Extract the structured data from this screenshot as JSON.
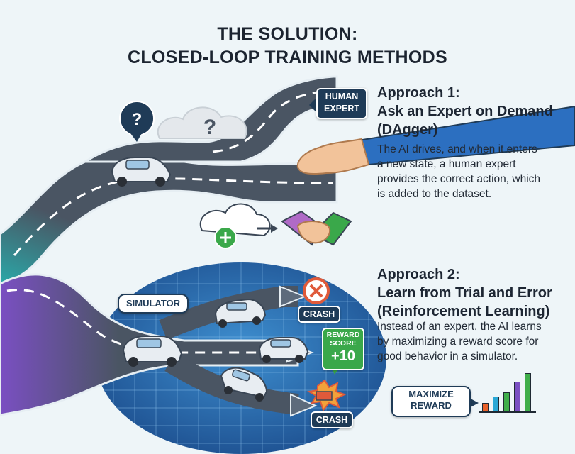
{
  "title": {
    "line1": "THE SOLUTION:",
    "line2": "CLOSED-LOOP TRAINING METHODS"
  },
  "approach1": {
    "heading_line1": "Approach 1:",
    "heading_line2": "Ask an Expert on Demand",
    "heading_line3": "(DAgger)",
    "description": [
      "The AI drives, and when it enters",
      "a new state, a human expert",
      "provides the correct action, which",
      "is added to the dataset."
    ],
    "human_expert_label_line1": "HUMAN",
    "human_expert_label_line2": "EXPERT",
    "question_mark": "?"
  },
  "approach2": {
    "heading_line1": "Approach 2:",
    "heading_line2": "Learn from Trial and Error",
    "heading_line3": "(Reinforcement Learning)",
    "description": [
      "Instead of an expert, the AI learns",
      "by maximizing a reward score for",
      "good behavior in a simulator."
    ],
    "simulator_label": "SIMULATOR",
    "crash_label_top": "CRASH",
    "crash_label_bottom": "CRASH",
    "reward_label_line1": "REWARD",
    "reward_label_line2": "SCORE",
    "reward_value": "+10",
    "maximize_line1": "MAXIMIZE",
    "maximize_line2": "REWARD"
  },
  "reward_chart": {
    "bars": [
      {
        "level": 0.22,
        "color": "#e9622b"
      },
      {
        "level": 0.38,
        "color": "#2aa8d6"
      },
      {
        "level": 0.5,
        "color": "#3fae4a"
      },
      {
        "level": 0.78,
        "color": "#7a4fc2"
      },
      {
        "level": 1.0,
        "color": "#3fae4a"
      }
    ]
  },
  "colors": {
    "road": "#4a5563",
    "teal": "#2aa8a8",
    "purple": "#7a4fc2",
    "accent_green": "#3aa84a",
    "crash_red": "#e05a3a",
    "dark_label": "#1f3b57"
  }
}
